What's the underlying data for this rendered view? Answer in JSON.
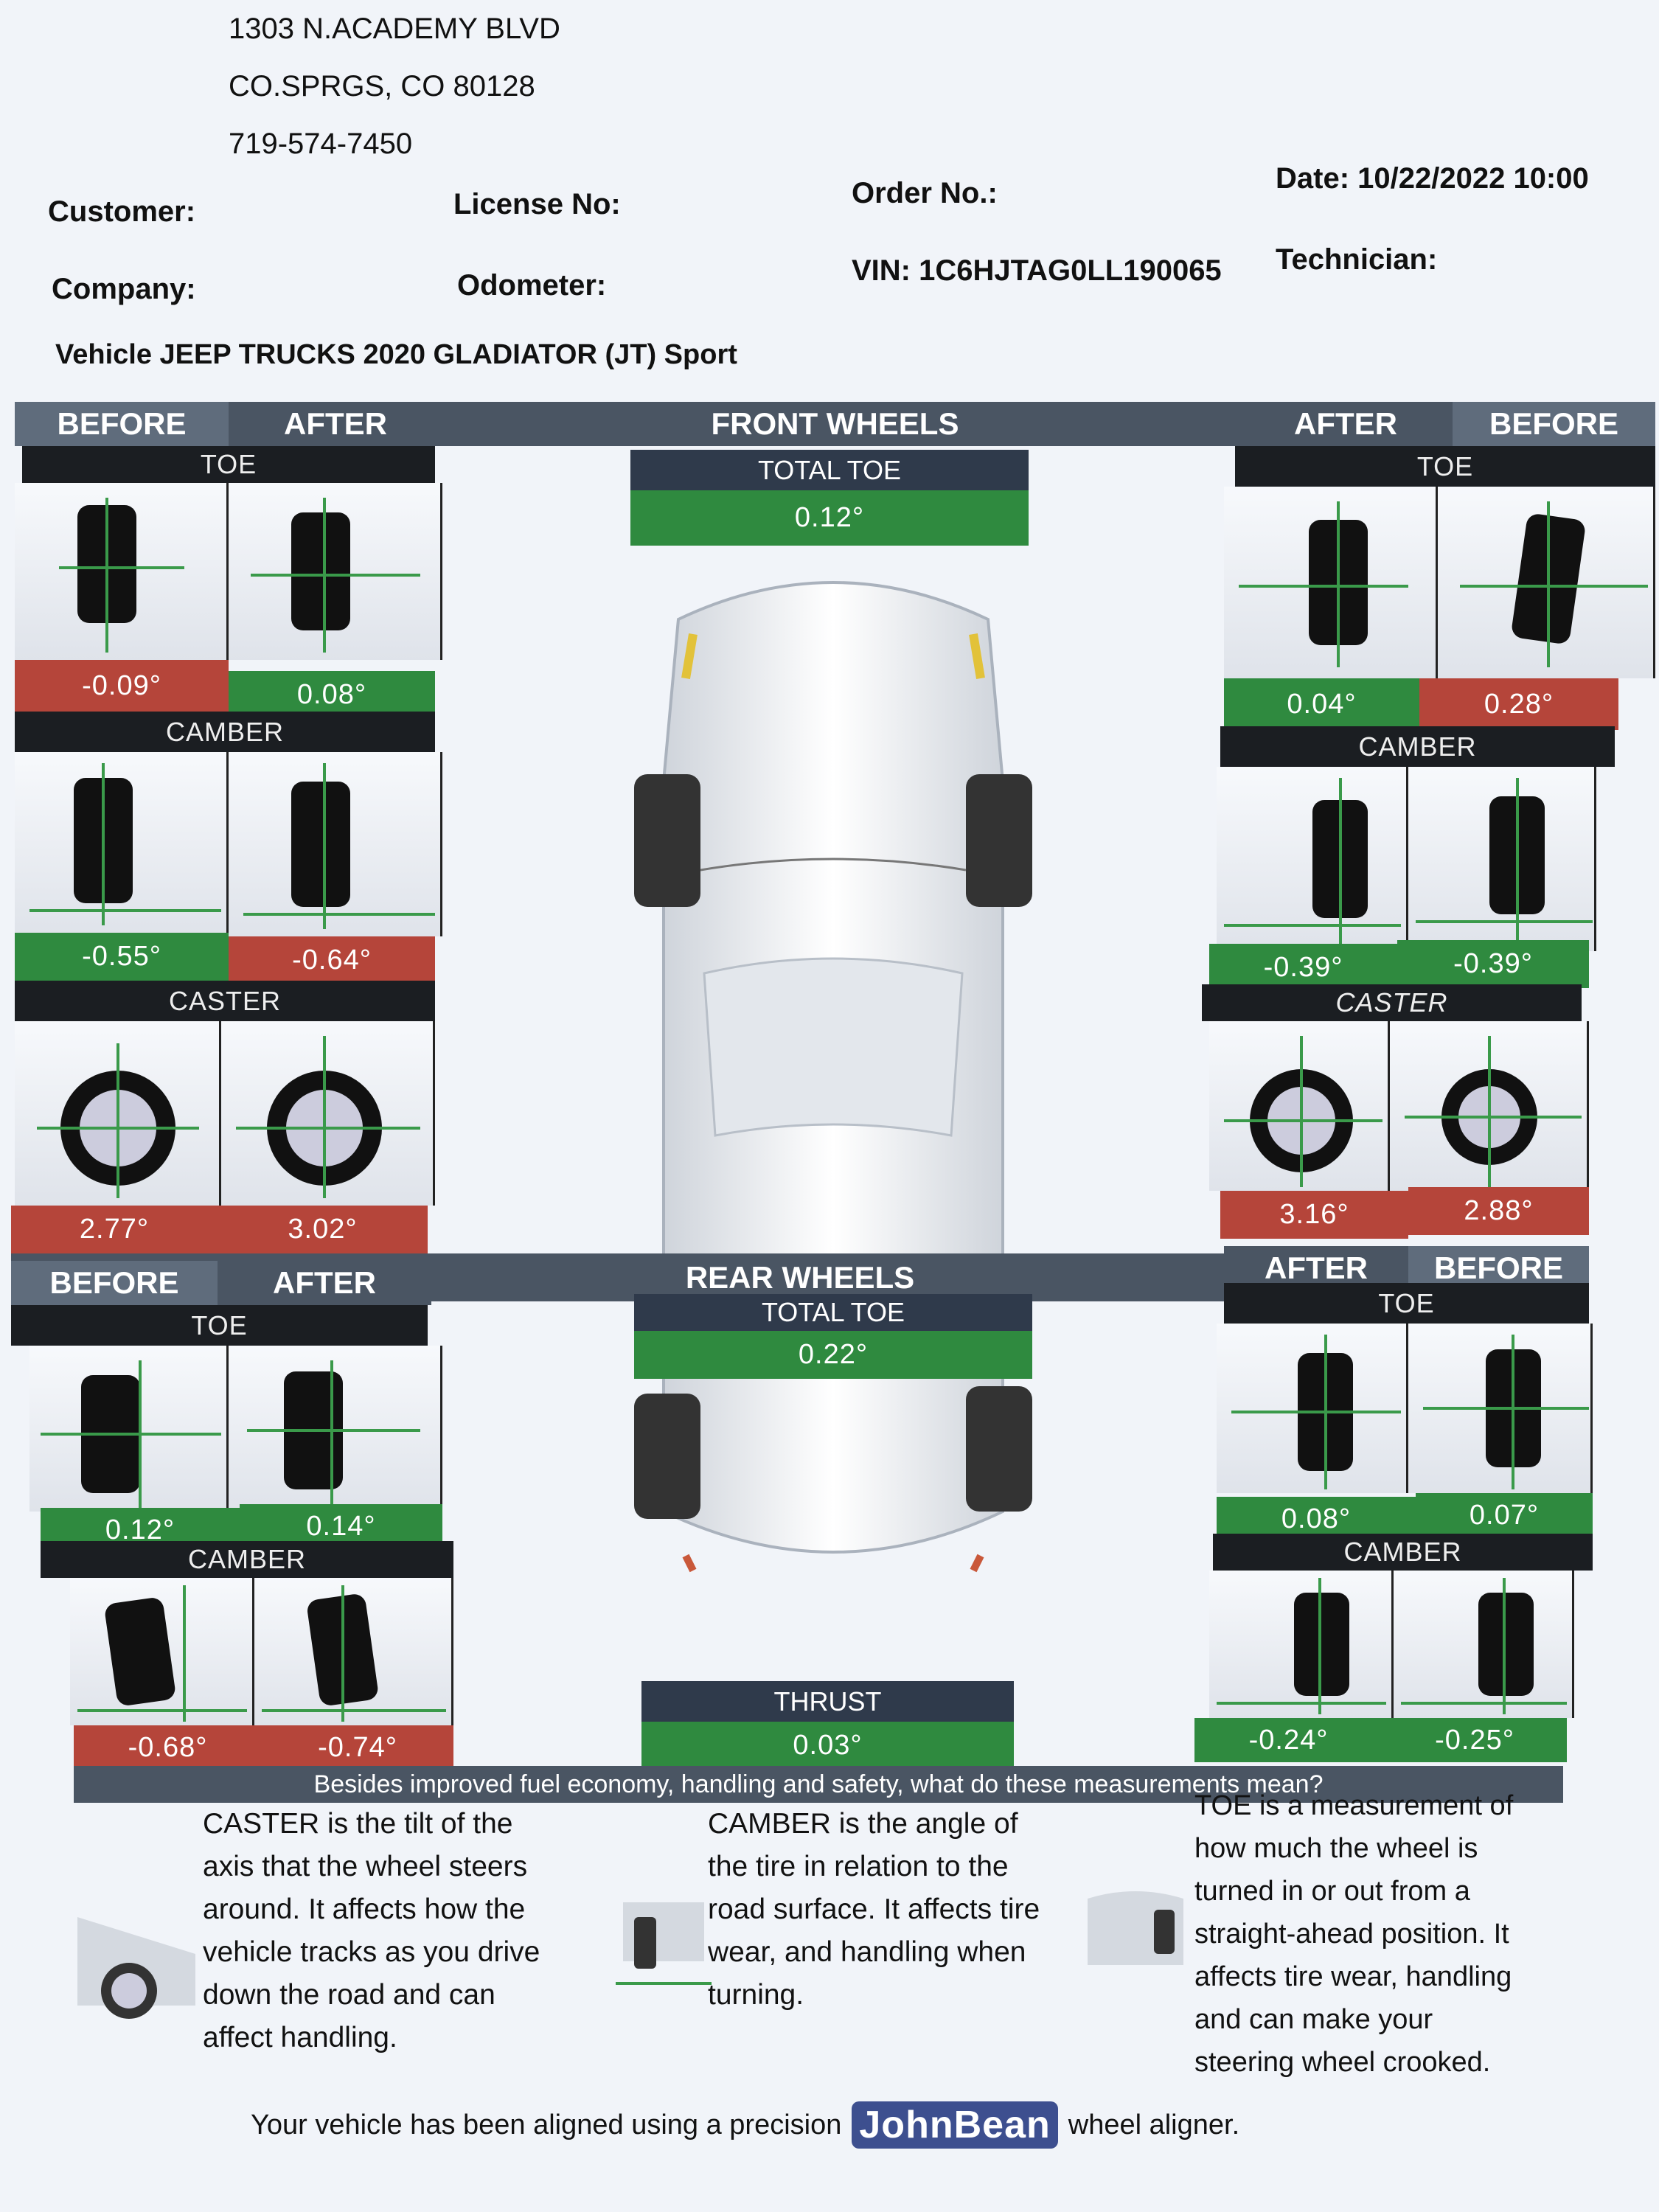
{
  "shop": {
    "address": "1303 N.ACADEMY BLVD",
    "city": "CO.SPRGS, CO 80128",
    "phone": "719-574-7450"
  },
  "info": {
    "customer": "Customer:",
    "license": "License No:",
    "order": "Order No.:",
    "date": "Date: 10/22/2022 10:00",
    "company": "Company:",
    "odometer": "Odometer:",
    "vin": "VIN: 1C6HJTAG0LL190065",
    "technician": "Technician:",
    "vehicle": "Vehicle JEEP TRUCKS 2020 GLADIATOR (JT) Sport"
  },
  "labels": {
    "before": "BEFORE",
    "after": "AFTER",
    "toe": "TOE",
    "camber": "CAMBER",
    "caster": "CASTER",
    "total_toe": "TOTAL TOE",
    "thrust": "THRUST"
  },
  "front": {
    "title": "FRONT WHEELS",
    "total_toe": "0.12°",
    "left": {
      "toe_before": "-0.09°",
      "toe_after": "0.08°",
      "camber_before": "-0.55°",
      "camber_after": "-0.64°",
      "caster_before": "2.77°",
      "caster_after": "3.02°"
    },
    "right": {
      "toe_after": "0.04°",
      "toe_before": "0.28°",
      "camber_after": "-0.39°",
      "camber_before": "-0.39°",
      "caster_after": "3.16°",
      "caster_before": "2.88°"
    }
  },
  "rear": {
    "title": "REAR WHEELS",
    "total_toe": "0.22°",
    "thrust": "0.03°",
    "left": {
      "toe_before": "0.12°",
      "toe_after": "0.14°",
      "camber_before": "-0.68°",
      "camber_after": "-0.74°"
    },
    "right": {
      "toe_after": "0.08°",
      "toe_before": "0.07°",
      "camber_after": "-0.24°",
      "camber_before": "-0.25°"
    }
  },
  "explain": {
    "banner": "Besides improved fuel economy, handling and safety, what do these measurements mean?",
    "caster": [
      "CASTER is the tilt of the",
      "axis that the wheel steers",
      "around. It affects how the",
      "vehicle tracks as you drive",
      "down the road and can",
      "affect handling."
    ],
    "camber": [
      "CAMBER is the angle of",
      "the tire in relation to the",
      "road surface. It affects tire",
      "wear, and handling when",
      "turning."
    ],
    "toe": [
      "TOE is a measurement of",
      "how much the wheel is",
      "turned in or out from a",
      "straight-ahead position. It",
      "affects tire wear, handling",
      "and can make your",
      "steering wheel crooked."
    ]
  },
  "footer": {
    "text1": "Your vehicle has been aligned using a precision",
    "brand": "JohnBean",
    "text2": "wheel aligner."
  }
}
